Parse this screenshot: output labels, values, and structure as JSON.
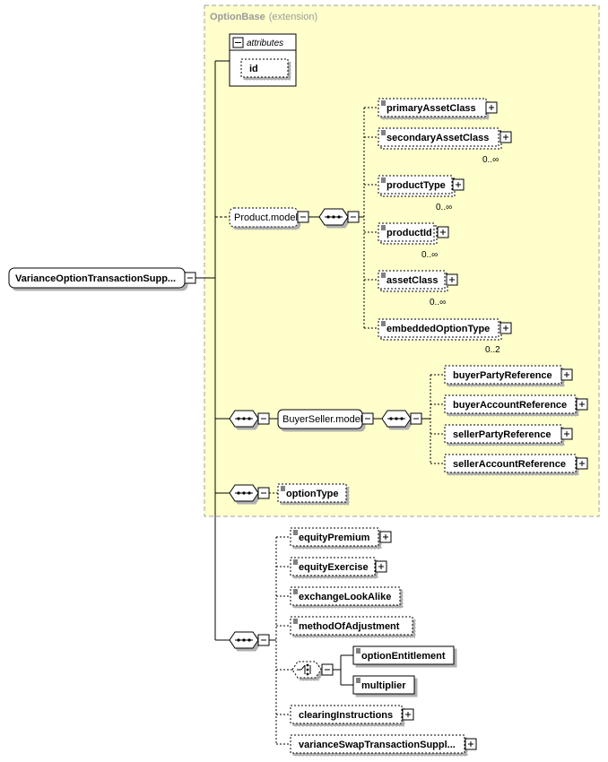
{
  "group": {
    "title": "OptionBase",
    "subtitle": "(extension)"
  },
  "root": {
    "label": "VarianceOptionTransactionSupp..."
  },
  "attributes": {
    "title": "attributes",
    "items": [
      "id"
    ]
  },
  "groups": {
    "product_model": "Product.model",
    "buyer_seller_model": "BuyerSeller.model"
  },
  "product_elements": [
    {
      "label": "primaryAssetClass",
      "occurs": ""
    },
    {
      "label": "secondaryAssetClass",
      "occurs": "0..∞"
    },
    {
      "label": "productType",
      "occurs": "0..∞"
    },
    {
      "label": "productId",
      "occurs": "0..∞"
    },
    {
      "label": "assetClass",
      "occurs": "0..∞"
    },
    {
      "label": "embeddedOptionType",
      "occurs": "0..2"
    }
  ],
  "buyer_seller_elements": [
    {
      "label": "buyerPartyReference"
    },
    {
      "label": "buyerAccountReference"
    },
    {
      "label": "sellerPartyReference"
    },
    {
      "label": "sellerAccountReference"
    }
  ],
  "option_type": {
    "label": "optionType"
  },
  "extension_elements": [
    {
      "label": "equityPremium"
    },
    {
      "label": "equityExercise"
    },
    {
      "label": "exchangeLookAlike"
    },
    {
      "label": "methodOfAdjustment"
    },
    {
      "label": "clearingInstructions"
    },
    {
      "label": "varianceSwapTransactionSuppl..."
    }
  ],
  "choice_elements": [
    {
      "label": "optionEntitlement"
    },
    {
      "label": "multiplier"
    }
  ],
  "colors": {
    "group_fill": "#ffffcc",
    "group_border": "#a0a0a0",
    "line": "#000000"
  }
}
